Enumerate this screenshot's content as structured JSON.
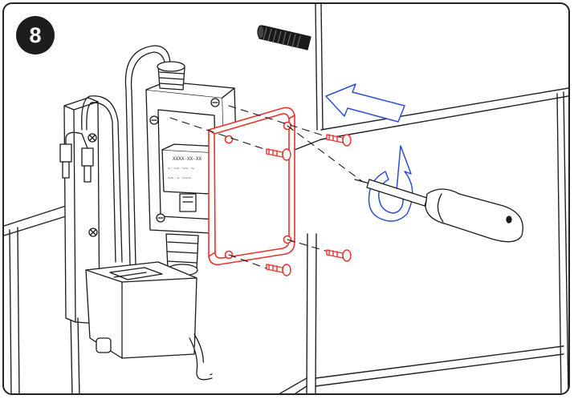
{
  "step": {
    "number": "8"
  },
  "device_label": {
    "line1": "XXXX-XX-XX",
    "line2": "~ ~~ ~~ ~",
    "line3": "~~ ~ ~~~"
  },
  "colors": {
    "outline": "#1a1a1a",
    "highlight_red": "#e8322a",
    "arrow_blue": "#2b4fd6",
    "badge": "#1d1d1d",
    "background": "#ffffff"
  },
  "icons": {
    "step_badge": "step-number-badge",
    "arrow": "push-left-arrow",
    "rotation": "screw-rotation-arrow",
    "tool": "screwdriver"
  }
}
